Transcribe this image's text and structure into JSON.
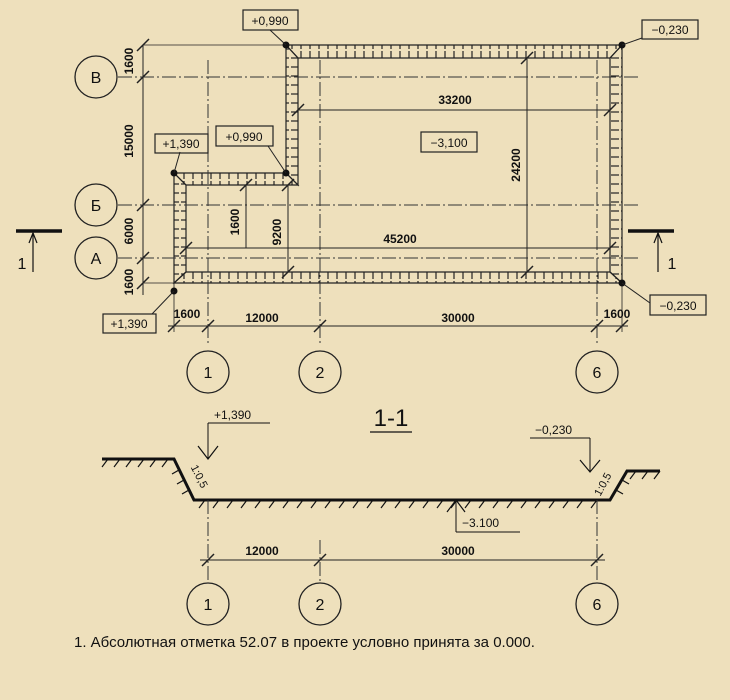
{
  "plan": {
    "axis_labels": {
      "v": "В",
      "b": "Б",
      "a": "А",
      "n1": "1",
      "n2": "2",
      "n6": "6"
    },
    "levels": {
      "top_left_corner": "+0,990",
      "top_right_corner": "−0,230",
      "step_outer": "+1,390",
      "step_inner": "+0,990",
      "pit_bottom": "−3,100",
      "bottom_left_corner": "+1,390",
      "bottom_right_corner": "−0,230"
    },
    "dimensions": {
      "left_top_1600": "1600",
      "left_15000": "15000",
      "left_6000": "6000",
      "left_bottom_1600": "1600",
      "length_33200": "33200",
      "length_45200": "45200",
      "height_24200": "24200",
      "height_9200": "9200",
      "inner_1600": "1600",
      "bottom_1600_left": "1600",
      "bottom_12000": "12000",
      "bottom_30000": "30000",
      "bottom_1600_right": "1600"
    },
    "section_marker": "1"
  },
  "section": {
    "title": "1-1",
    "level_left": "+1,390",
    "level_right": "−0,230",
    "level_bottom": "−3.100",
    "slope_left": "1:0,5",
    "slope_right": "1:0,5",
    "dim_12000": "12000",
    "dim_30000": "30000",
    "axis_labels": {
      "n1": "1",
      "n2": "2",
      "n6": "6"
    }
  },
  "note": "1. Абсолютная отметка 52.07 в проекте условно принята за 0.000."
}
